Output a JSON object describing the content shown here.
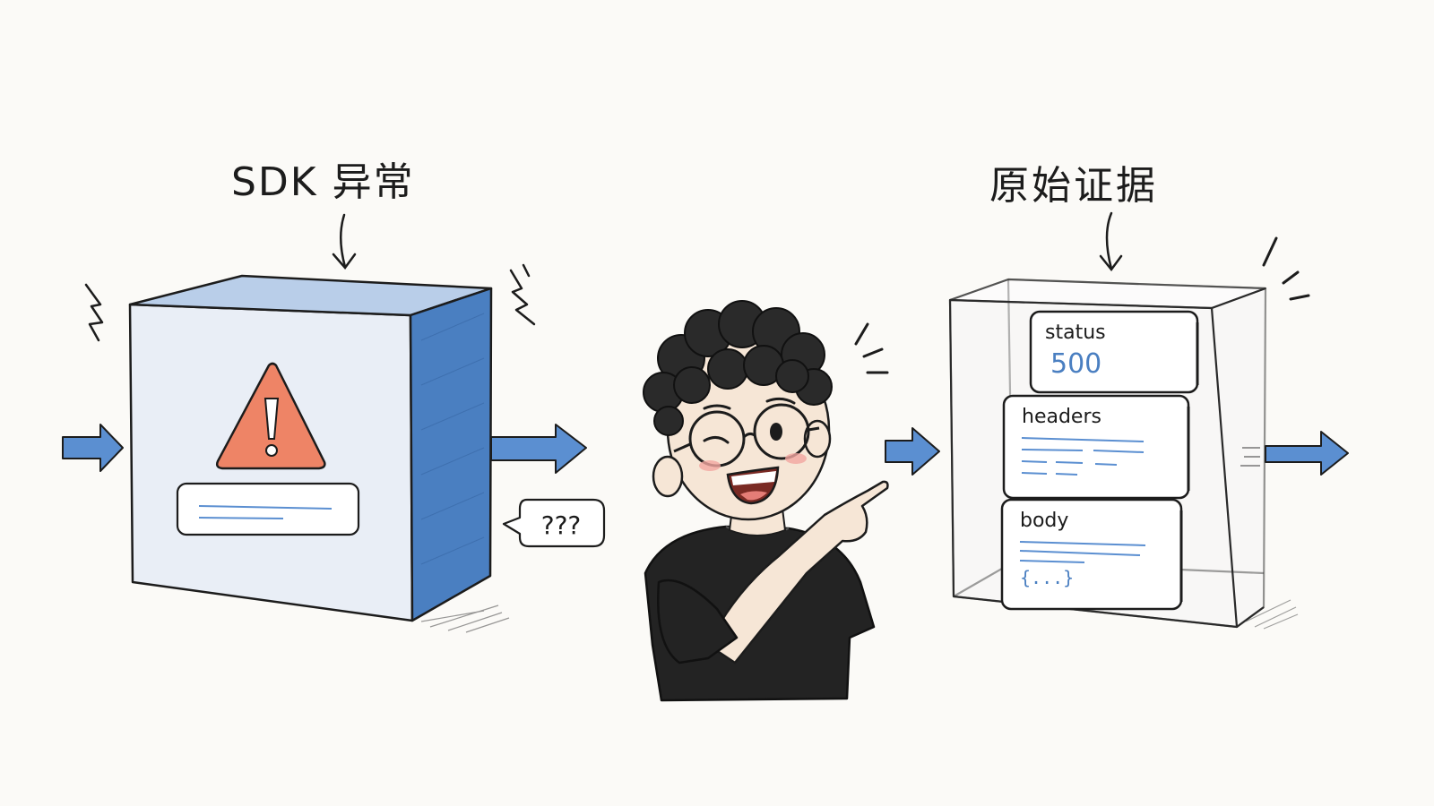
{
  "labels": {
    "sdk_exception": "SDK 异常",
    "raw_evidence": "原始证据"
  },
  "confusion_bubble": "???",
  "evidence_cards": [
    {
      "title": "status",
      "value": "500"
    },
    {
      "title": "headers"
    },
    {
      "title": "body",
      "value": "{...}"
    }
  ],
  "colors": {
    "accent_blue": "#5b8fd1",
    "box_side_blue": "#4a7fc1",
    "warning_orange": "#ee8466",
    "ink": "#1c1c1c"
  }
}
